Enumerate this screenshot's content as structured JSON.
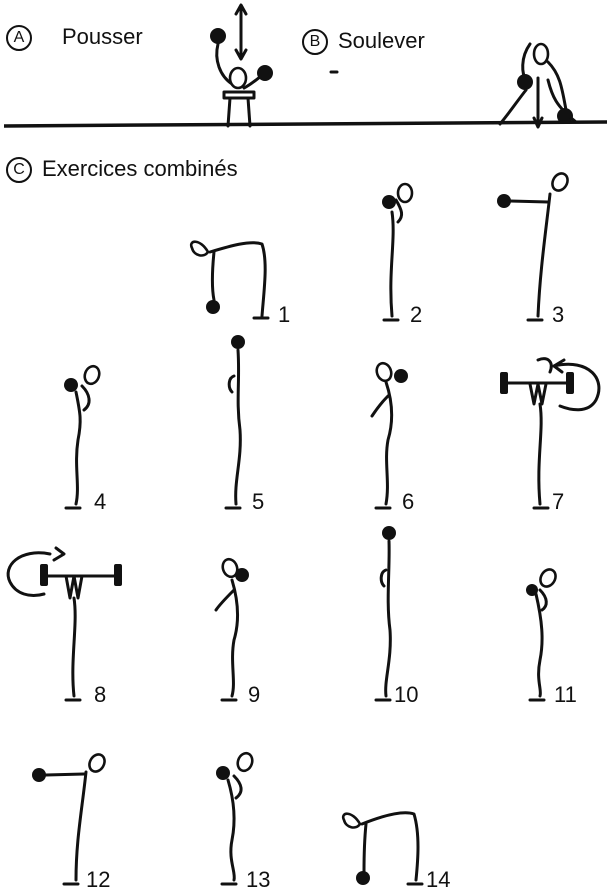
{
  "sections": {
    "a": {
      "letter": "A",
      "label": "Pousser"
    },
    "b": {
      "letter": "B",
      "label": "Soulever"
    },
    "c": {
      "letter": "C",
      "label": "Exercices combinés"
    }
  },
  "exercises": [
    {
      "number": "1"
    },
    {
      "number": "2"
    },
    {
      "number": "3"
    },
    {
      "number": "4"
    },
    {
      "number": "5"
    },
    {
      "number": "6"
    },
    {
      "number": "7"
    },
    {
      "number": "8"
    },
    {
      "number": "9"
    },
    {
      "number": "10"
    },
    {
      "number": "11"
    },
    {
      "number": "12"
    },
    {
      "number": "13"
    },
    {
      "number": "14"
    }
  ]
}
